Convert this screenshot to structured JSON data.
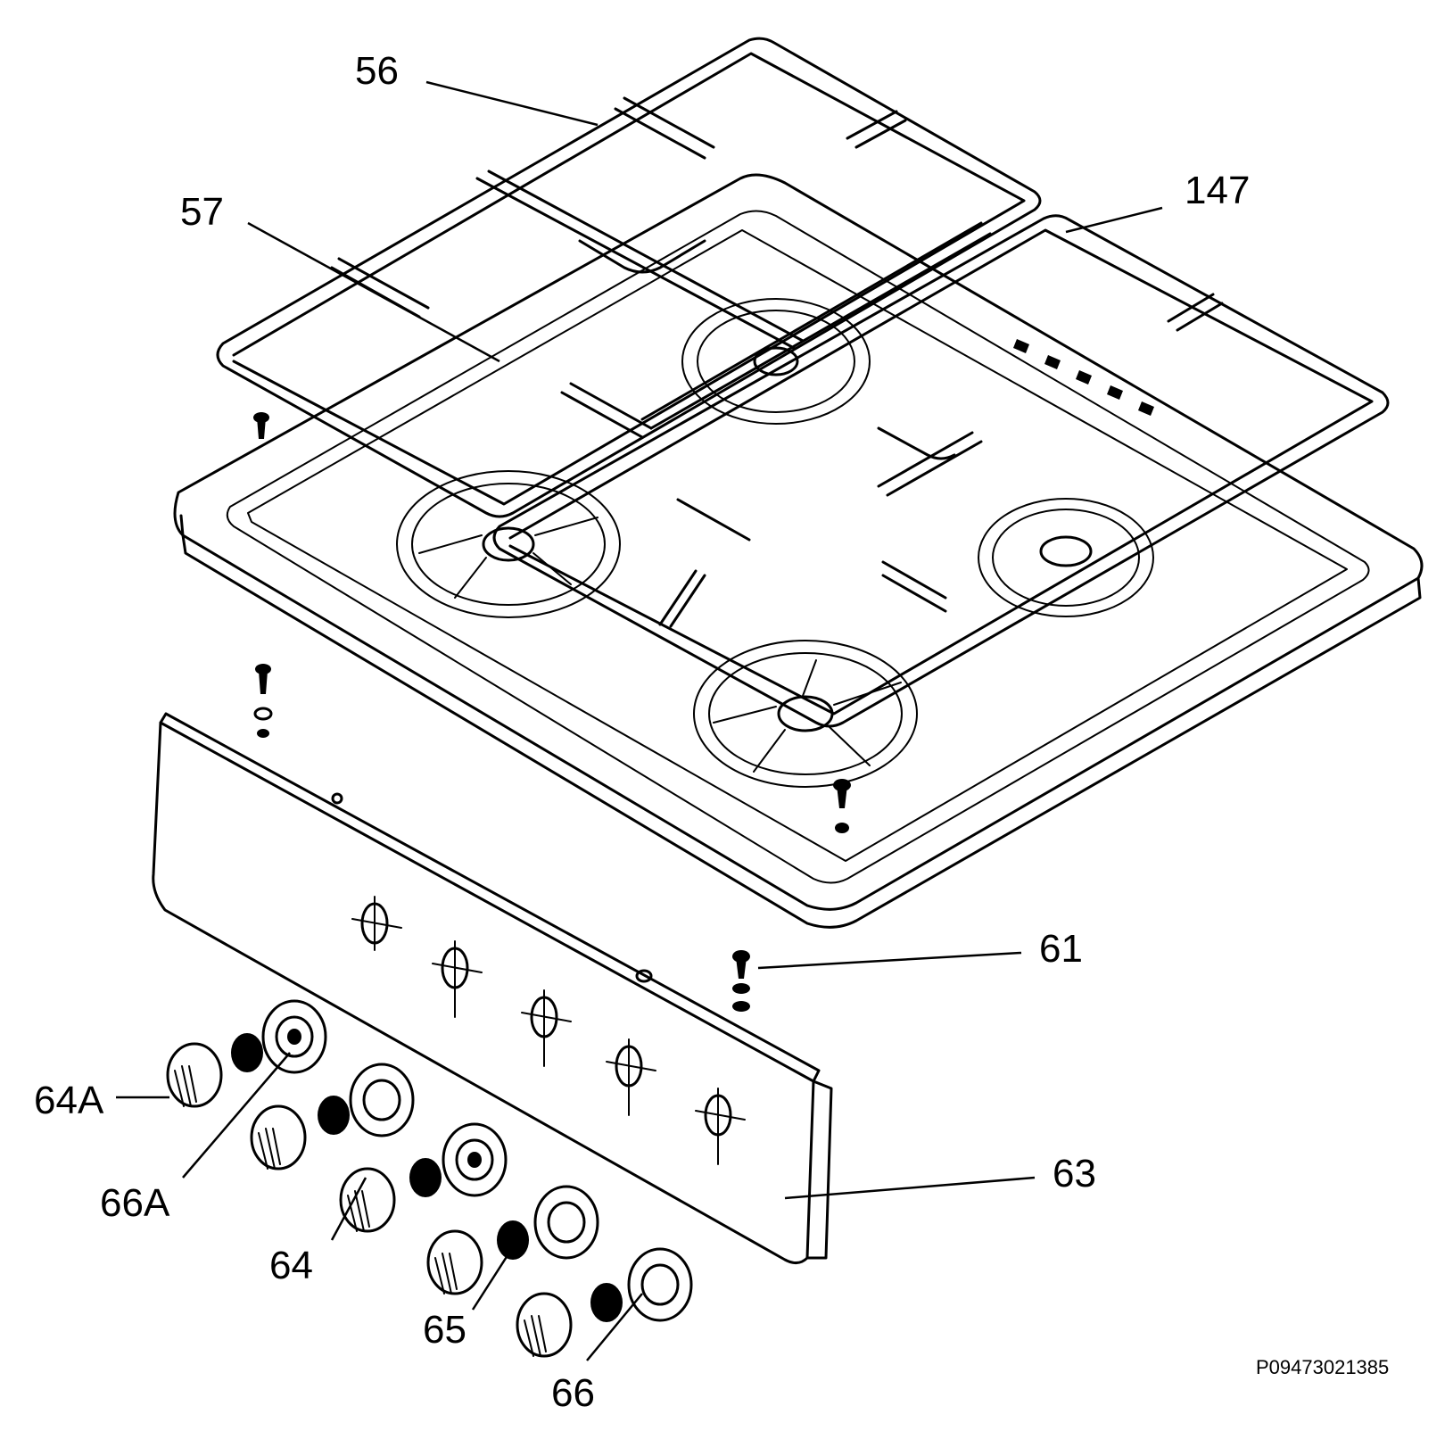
{
  "labels": {
    "grid_right": "56",
    "grid_left": "57",
    "trim": "147",
    "screw": "61",
    "panel": "63",
    "knob_a": "64A",
    "knob": "64",
    "spring": "65",
    "ring": "66",
    "ring_a": "66A"
  },
  "reference_code": "P09473021385"
}
